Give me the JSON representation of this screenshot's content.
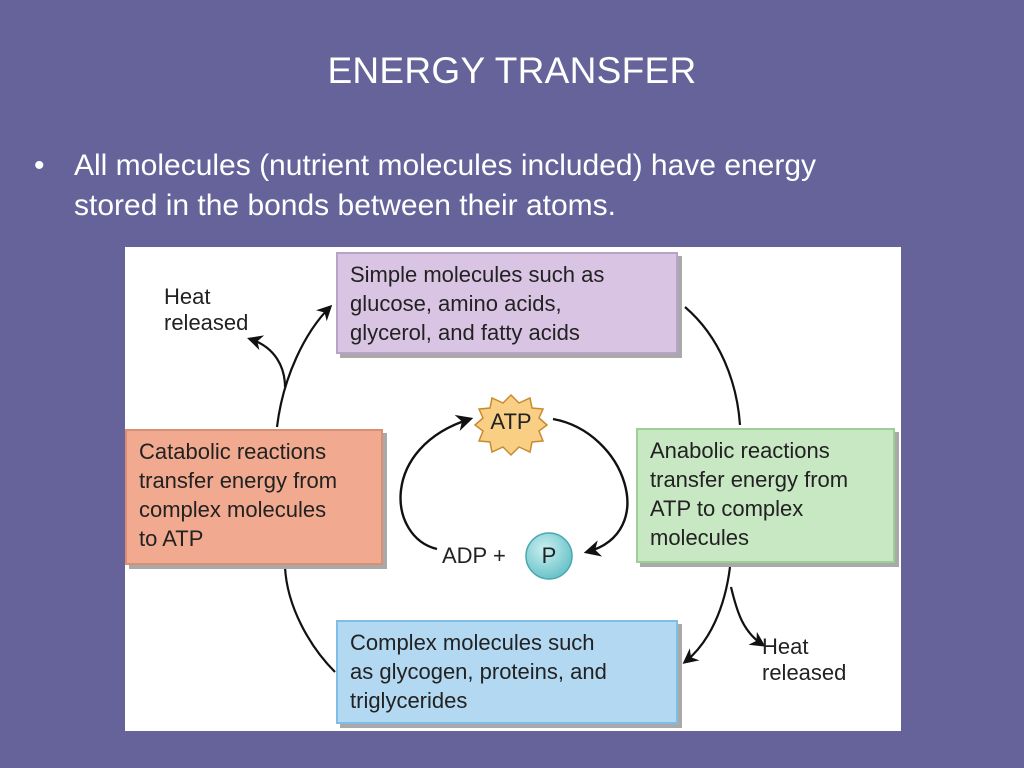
{
  "slide": {
    "title": "ENERGY TRANSFER",
    "bullet_symbol": "•",
    "bullet_lines": [
      "All molecules (nutrient molecules included) have energy",
      "stored in the bonds between their atoms."
    ]
  },
  "diagram": {
    "simple_box": [
      "Simple molecules such as",
      "glucose, amino acids,",
      "glycerol, and fatty acids"
    ],
    "catabolic_box": [
      "Catabolic reactions",
      "transfer energy from",
      "complex molecules",
      "to ATP"
    ],
    "anabolic_box": [
      "Anabolic reactions",
      "transfer energy from",
      "ATP to complex",
      "molecules"
    ],
    "complex_box": [
      "Complex molecules such",
      "as glycogen, proteins, and",
      "triglycerides"
    ],
    "heat_left": [
      "Heat",
      "released"
    ],
    "heat_right": [
      "Heat",
      "released"
    ],
    "atp": "ATP",
    "adp": "ADP +",
    "phosphate": "P"
  },
  "colors": {
    "background": "#65639a",
    "simple_box": "#d9c4e3",
    "catabolic_box": "#f1a98f",
    "anabolic_box": "#c8e7c3",
    "complex_box": "#b3d8f1",
    "atp_burst": "#f9cf86",
    "phosphate_circle": "#86d3d8"
  }
}
